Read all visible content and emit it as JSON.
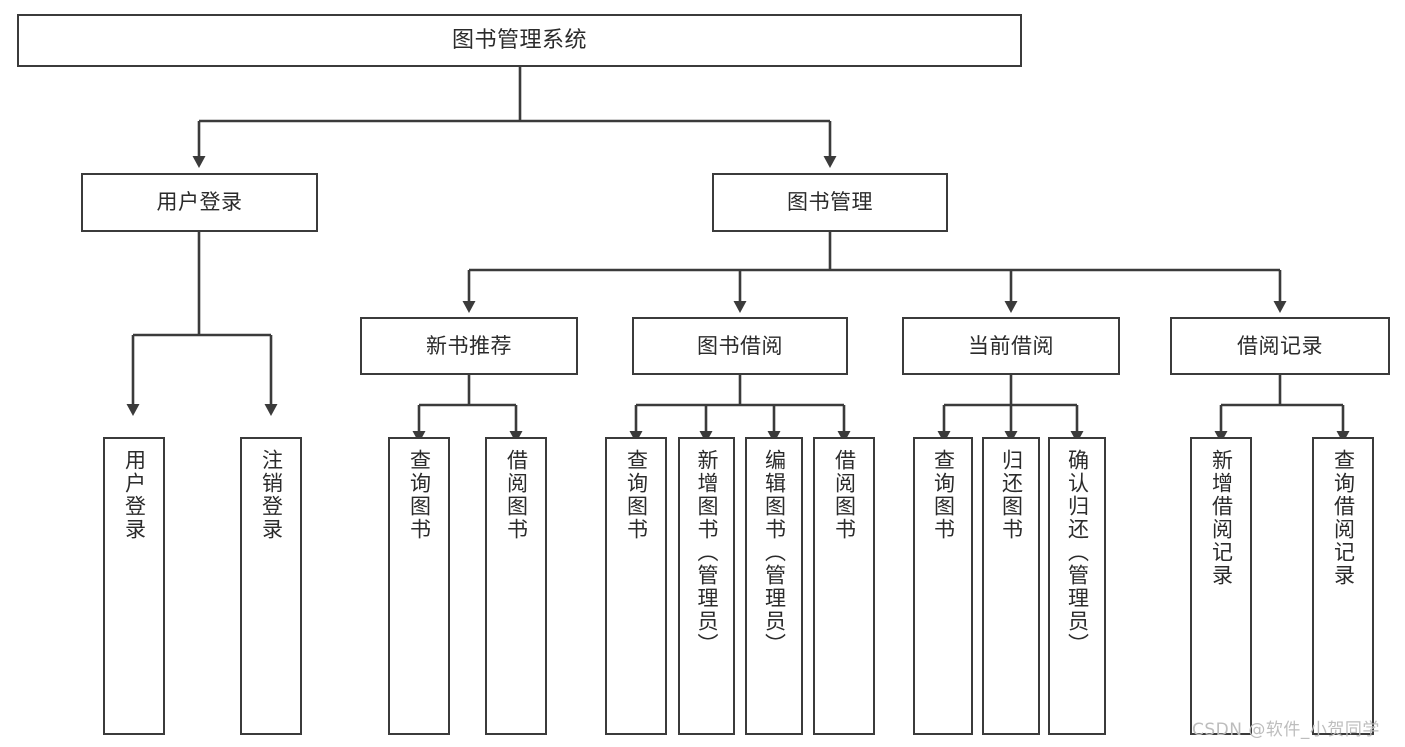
{
  "diagram": {
    "title": "图书管理系统",
    "type": "hierarchy-tree",
    "levels": 4,
    "root": {
      "label": "图书管理系统"
    },
    "level2": [
      {
        "label": "用户登录"
      },
      {
        "label": "图书管理"
      }
    ],
    "level3": [
      {
        "label": "新书推荐"
      },
      {
        "label": "图书借阅"
      },
      {
        "label": "当前借阅"
      },
      {
        "label": "借阅记录"
      }
    ],
    "leaves": {
      "user_login": [
        {
          "label": "用户登录"
        },
        {
          "label": "注销登录"
        }
      ],
      "new_book": [
        {
          "label": "查询图书"
        },
        {
          "label": "借阅图书"
        }
      ],
      "book_borrow": [
        {
          "label": "查询图书"
        },
        {
          "label": "新增图书（管理员）"
        },
        {
          "label": "编辑图书（管理员）"
        },
        {
          "label": "借阅图书"
        }
      ],
      "current_borrow": [
        {
          "label": "查询图书"
        },
        {
          "label": "归还图书"
        },
        {
          "label": "确认归还（管理员）"
        }
      ],
      "borrow_record": [
        {
          "label": "新增借阅记录"
        },
        {
          "label": "查询借阅记录"
        }
      ]
    }
  },
  "watermark": {
    "text": "CSDN @软件_小贺同学"
  },
  "colors": {
    "stroke": "#3b3b3b",
    "text": "#2b2b2b",
    "background": "#ffffff",
    "watermark": "#bdbdbd"
  }
}
